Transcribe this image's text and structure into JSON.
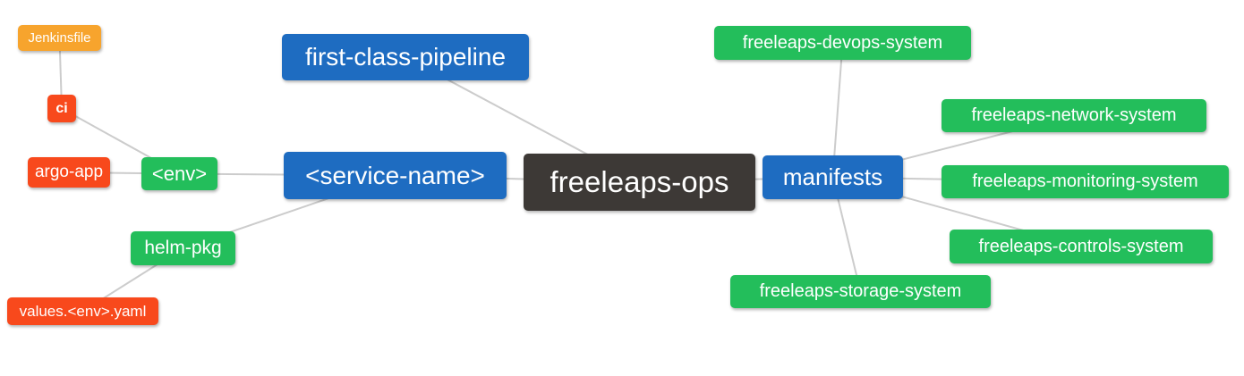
{
  "diagram": {
    "title": "freeleaps-ops repository structure mind map",
    "background_color": "#ffffff",
    "edge_color": "#cccccc",
    "palette": {
      "blue": "#1e6cc1",
      "green": "#23be5b",
      "orange": "#f7a42d",
      "red_orange": "#f8491c",
      "dark": "#3d3936"
    },
    "nodes": {
      "jenkinsfile": {
        "label": "Jenkinsfile",
        "color": "#f7a42d"
      },
      "ci": {
        "label": "ci",
        "color": "#f8491c"
      },
      "argo_app": {
        "label": "argo-app",
        "color": "#f8491c"
      },
      "env": {
        "label": "<env>",
        "color": "#23be5b"
      },
      "helm_pkg": {
        "label": "helm-pkg",
        "color": "#23be5b"
      },
      "values_env_yaml": {
        "label": "values.<env>.yaml",
        "color": "#f8491c"
      },
      "first_class_pipeline": {
        "label": "first-class-pipeline",
        "color": "#1e6cc1"
      },
      "service_name": {
        "label": "<service-name>",
        "color": "#1e6cc1"
      },
      "freeleaps_ops": {
        "label": "freeleaps-ops",
        "color": "#3d3936"
      },
      "manifests": {
        "label": "manifests",
        "color": "#1e6cc1"
      },
      "devops_system": {
        "label": "freeleaps-devops-system",
        "color": "#23be5b"
      },
      "network_system": {
        "label": "freeleaps-network-system",
        "color": "#23be5b"
      },
      "monitoring_system": {
        "label": "freeleaps-monitoring-system",
        "color": "#23be5b"
      },
      "controls_system": {
        "label": "freeleaps-controls-system",
        "color": "#23be5b"
      },
      "storage_system": {
        "label": "freeleaps-storage-system",
        "color": "#23be5b"
      }
    },
    "edges": [
      [
        "jenkinsfile",
        "ci"
      ],
      [
        "ci",
        "env"
      ],
      [
        "argo_app",
        "env"
      ],
      [
        "env",
        "service_name"
      ],
      [
        "values_env_yaml",
        "helm_pkg"
      ],
      [
        "helm_pkg",
        "service_name"
      ],
      [
        "first_class_pipeline",
        "freeleaps_ops"
      ],
      [
        "service_name",
        "freeleaps_ops"
      ],
      [
        "freeleaps_ops",
        "manifests"
      ],
      [
        "manifests",
        "devops_system"
      ],
      [
        "manifests",
        "network_system"
      ],
      [
        "manifests",
        "monitoring_system"
      ],
      [
        "manifests",
        "controls_system"
      ],
      [
        "manifests",
        "storage_system"
      ]
    ]
  }
}
